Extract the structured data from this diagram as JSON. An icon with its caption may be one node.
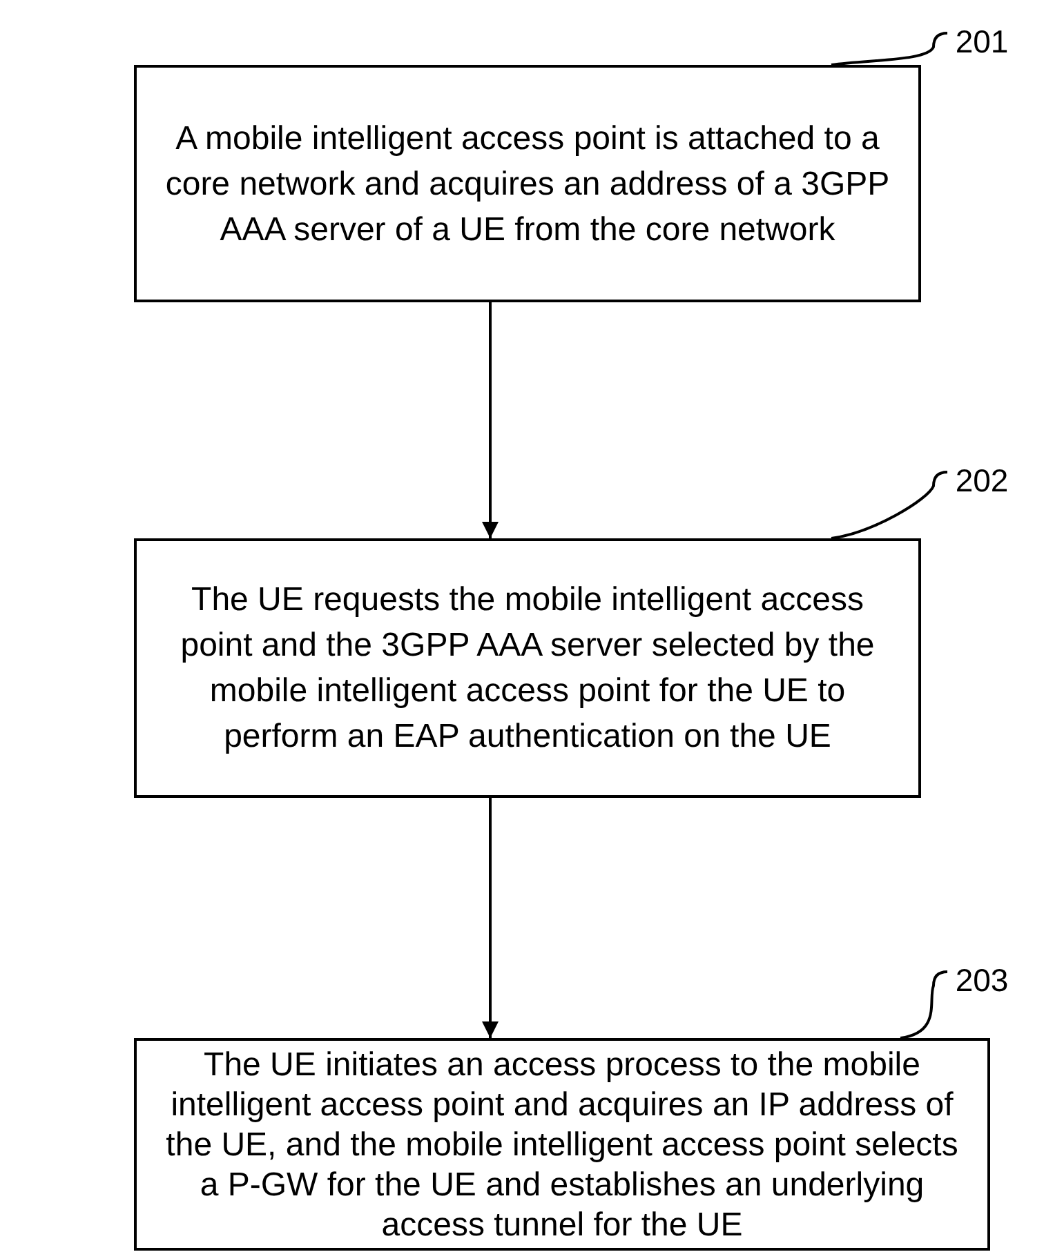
{
  "diagram": {
    "nodes": [
      {
        "text": [
          "201"
        ]
      },
      {
        "text": [
          "A mobile intelligent access point is attached to a core network and acquires an address of a 3GPP AAA server of a UE from the core network"
        ]
      },
      {
        "text": [
          "202"
        ]
      },
      {
        "text": [
          "The UE requests the mobile intelligent access point and the 3GPP AAA server selected by the mobile intelligent access point for the UE to perform an EAP authentication on the UE"
        ]
      },
      {
        "text": [
          "203"
        ]
      },
      {
        "text": [
          "The UE initiates an access process to the mobile intelligent access point and acquires an IP address of the UE, and the mobile intelligent access point selects a P-GW for the UE and establishes an underlying access tunnel for the UE"
        ]
      }
    ],
    "edges": [
      {
        "from": 0,
        "to": 1,
        "arrow": "none"
      },
      {
        "from": 1,
        "to": 3,
        "arrow": "to"
      },
      {
        "from": 2,
        "to": 3,
        "arrow": "none"
      },
      {
        "from": 3,
        "to": 5,
        "arrow": "to"
      },
      {
        "from": 4,
        "to": 5,
        "arrow": "none"
      }
    ]
  }
}
